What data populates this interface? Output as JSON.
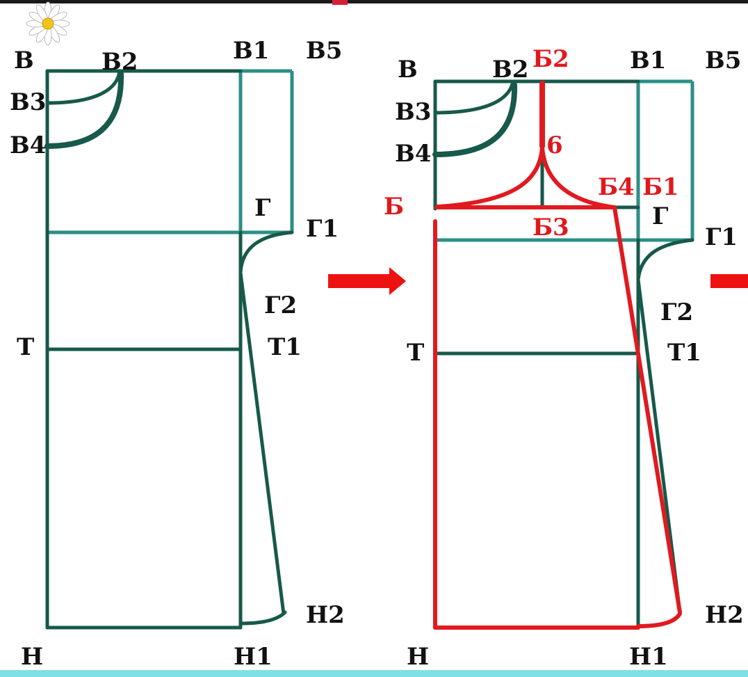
{
  "left_pattern": {
    "labels": {
      "B": "В",
      "B2": "В2",
      "B1": "В1",
      "B5": "В5",
      "B3": "В3",
      "B4": "В4",
      "G": "Г",
      "G1": "Г1",
      "G2": "Г2",
      "T": "Т",
      "T1": "Т1",
      "H2": "Н2",
      "H": "Н",
      "H1": "Н1"
    }
  },
  "right_pattern": {
    "labels": {
      "B": "В",
      "B2": "В2",
      "B1": "В1",
      "B5": "В5",
      "B3": "В3",
      "B4": "В4",
      "G": "Г",
      "G1": "Г1",
      "G2": "Г2",
      "T": "Т",
      "T1": "Т1",
      "H2": "Н2",
      "H": "Н",
      "H1": "Н1"
    },
    "red_labels": {
      "b2": "Б2",
      "b6": "6",
      "b": "Б",
      "b4": "Б4",
      "b1": "Б1",
      "b3": "Б3"
    }
  },
  "colors": {
    "construction_dark": "#17594a",
    "construction_teal": "#2b8f86",
    "modeling_red": "#e01a1f",
    "arrow": "#ee1111"
  },
  "icons": [
    "daisy-icon",
    "arrow-right-icon",
    "arrow-right-icon"
  ]
}
